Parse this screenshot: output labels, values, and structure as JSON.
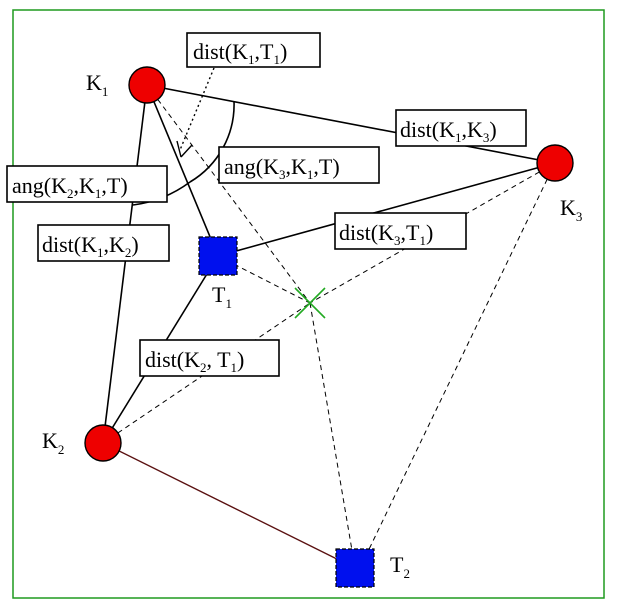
{
  "diagram": {
    "colors": {
      "frame": "#1f9a1f",
      "node_fill": "#ee0000",
      "tag_fill": "#0010ee",
      "cross": "#22aa22",
      "edge_k2_t2": "#5a1010"
    },
    "nodes": {
      "k1": {
        "main": "K",
        "sub": "1"
      },
      "k2": {
        "main": "K",
        "sub": "2"
      },
      "k3": {
        "main": "K",
        "sub": "3"
      },
      "t1": {
        "main": "T",
        "sub": "1"
      },
      "t2": {
        "main": "T",
        "sub": "2"
      }
    },
    "labels": {
      "dist_k1_t1": {
        "a": "dist(K",
        "s1": "1",
        "b": ",T",
        "s2": "1",
        "c": ")"
      },
      "dist_k1_k3": {
        "a": "dist(K",
        "s1": "1",
        "b": ",K",
        "s2": "3",
        "c": ")"
      },
      "ang_k3_k1_t": {
        "a": "ang(K",
        "s1": "3",
        "b": ",K",
        "s2": "1",
        "c": ",T)"
      },
      "ang_k2_k1_t": {
        "a": "ang(K",
        "s1": "2",
        "b": ",K",
        "s2": "1",
        "c": ",T)"
      },
      "dist_k1_k2": {
        "a": "dist(K",
        "s1": "1",
        "b": ",K",
        "s2": "2",
        "c": ")"
      },
      "dist_k3_t1": {
        "a": "dist(K",
        "s1": "3",
        "b": ",T",
        "s2": "1",
        "c": ")"
      },
      "dist_k2_t1": {
        "a": "dist(K",
        "s1": "2",
        "b": ", T",
        "s2": "1",
        "c": ")"
      }
    }
  }
}
